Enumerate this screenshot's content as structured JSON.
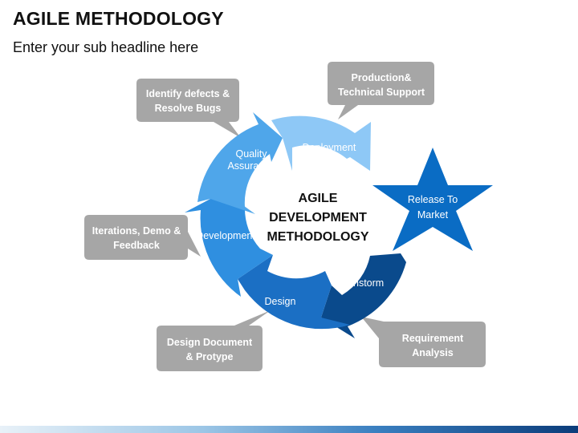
{
  "header": {
    "title": "AGILE METHODOLOGY",
    "subtitle": "Enter your sub headline here"
  },
  "diagram": {
    "center": [
      "AGILE",
      "DEVELOPMENT",
      "METHODOLOGY"
    ],
    "segments": {
      "deployment": "Deployment",
      "quality": [
        "Quality",
        "Assurance"
      ],
      "development": "Development",
      "design": "Design",
      "brainstorm": "Brainstorm"
    },
    "star": [
      "Release To",
      "Market"
    ],
    "callouts": {
      "defects": [
        "Identify defects &",
        "Resolve Bugs"
      ],
      "production": [
        "Production&",
        "Technical Support"
      ],
      "iterations": [
        "Iterations, Demo &",
        "Feedback"
      ],
      "design_doc": [
        "Design Document",
        "& Protype"
      ],
      "requirement": [
        "Requirement",
        "Analysis"
      ]
    },
    "colors": {
      "deployment": "#8ec8f6",
      "quality": "#4fa6ea",
      "development": "#2f8fe0",
      "design": "#1b6fc4",
      "brainstorm": "#0a4a8c",
      "star": "#0a6cc4",
      "callout": "#a6a6a6"
    }
  }
}
